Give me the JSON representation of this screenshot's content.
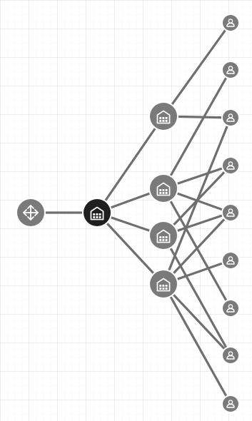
{
  "diagram": {
    "colors": {
      "background": "#ffffff",
      "grid_major": "#dcdcdc",
      "grid_minor": "#efefef",
      "edge": "#6f6f6f",
      "node_fill": "#7a7a7a",
      "hub_fill": "#1f1f1f",
      "node_ring": "#ffffff",
      "icon": "#ffffff"
    },
    "nodes": [
      {
        "id": "origin",
        "kind": "origin",
        "icon": "move-arrows-icon"
      },
      {
        "id": "hub",
        "kind": "hub",
        "icon": "warehouse-icon"
      },
      {
        "id": "w1",
        "kind": "warehouse",
        "icon": "warehouse-icon"
      },
      {
        "id": "w2",
        "kind": "warehouse",
        "icon": "warehouse-icon"
      },
      {
        "id": "w3",
        "kind": "warehouse",
        "icon": "warehouse-icon"
      },
      {
        "id": "w4",
        "kind": "warehouse",
        "icon": "warehouse-icon"
      },
      {
        "id": "c1",
        "kind": "customer",
        "icon": "person-icon"
      },
      {
        "id": "c2",
        "kind": "customer",
        "icon": "person-icon"
      },
      {
        "id": "c3",
        "kind": "customer",
        "icon": "person-icon"
      },
      {
        "id": "c4",
        "kind": "customer",
        "icon": "person-icon"
      },
      {
        "id": "c5",
        "kind": "customer",
        "icon": "person-icon"
      },
      {
        "id": "c6",
        "kind": "customer",
        "icon": "person-icon"
      },
      {
        "id": "c7",
        "kind": "customer",
        "icon": "person-icon"
      },
      {
        "id": "c8",
        "kind": "customer",
        "icon": "person-icon"
      },
      {
        "id": "c9",
        "kind": "customer",
        "icon": "person-icon"
      }
    ],
    "edges": [
      [
        "origin",
        "hub"
      ],
      [
        "hub",
        "w1"
      ],
      [
        "hub",
        "w2"
      ],
      [
        "hub",
        "w3"
      ],
      [
        "hub",
        "w4"
      ],
      [
        "w1",
        "c1"
      ],
      [
        "w1",
        "c3"
      ],
      [
        "w2",
        "c2"
      ],
      [
        "w2",
        "c4"
      ],
      [
        "w2",
        "c5"
      ],
      [
        "w2",
        "c7"
      ],
      [
        "w3",
        "c4"
      ],
      [
        "w3",
        "c5"
      ],
      [
        "w3",
        "c8"
      ],
      [
        "w4",
        "c3"
      ],
      [
        "w4",
        "c5"
      ],
      [
        "w4",
        "c6"
      ],
      [
        "w4",
        "c8"
      ],
      [
        "w4",
        "c9"
      ]
    ]
  }
}
